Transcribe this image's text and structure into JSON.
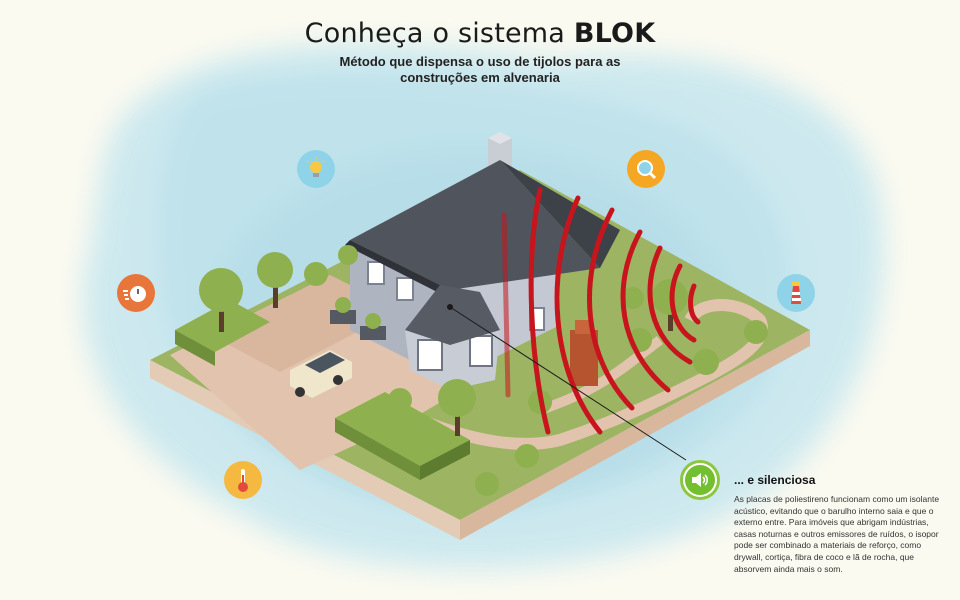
{
  "header": {
    "title_prefix": "Conheça o sistema ",
    "title_brand": "BLOK",
    "subtitle": "Método que dispensa o uso de tijolos para as construções em alvenaria"
  },
  "icons": [
    {
      "name": "light-bulb-icon",
      "color": "#8fd3e8"
    },
    {
      "name": "magnifier-icon",
      "color": "#f5a623"
    },
    {
      "name": "stopwatch-icon",
      "color": "#e8753a"
    },
    {
      "name": "lighthouse-icon",
      "color": "#8fd3e8"
    },
    {
      "name": "thermometer-icon",
      "color": "#f5b942"
    },
    {
      "name": "speaker-icon",
      "color": "#72bf2f"
    }
  ],
  "info": {
    "title": "... e silenciosa",
    "text": "As placas de poliestireno funcionam como um isolante acústico, evitando que o barulho interno saia e que o externo entre. Para imóveis que abrigam indústrias, casas noturnas e outros emissores de ruídos, o isopor pode ser combinado a materiais de reforço, como drywall, cortiça, fibra de coco e lã de rocha, que absorvem ainda mais o som."
  },
  "colors": {
    "grass": "#a7c06b",
    "path": "#e2c4ae",
    "roof": "#4a4f57",
    "wall": "#b7bcc7",
    "sound_waves": "#c8141c",
    "accent_green": "#72bf2f"
  }
}
